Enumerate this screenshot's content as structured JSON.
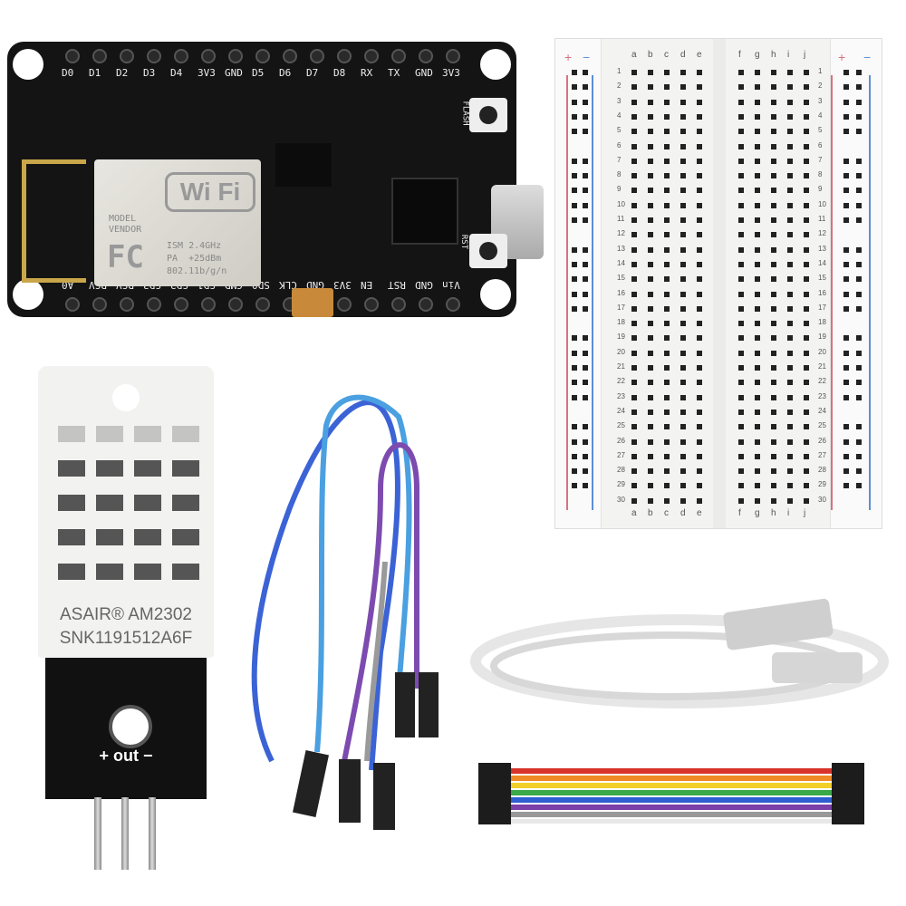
{
  "board": {
    "top_pins": [
      "D0",
      "D1",
      "D2",
      "D3",
      "D4",
      "3V3",
      "GND",
      "D5",
      "D6",
      "D7",
      "D8",
      "RX",
      "TX",
      "GND",
      "3V3"
    ],
    "bottom_pins": [
      "A0",
      "RSV",
      "RSV",
      "SD3",
      "SD2",
      "SD1",
      "CMD",
      "SD0",
      "CLK",
      "GND",
      "3V3",
      "EN",
      "RST",
      "GND",
      "Vin"
    ],
    "shield": {
      "logo": "Wi Fi",
      "model": "MODEL",
      "vendor": "VENDOR",
      "fc": "FC",
      "spec1": "ISM 2.4GHz",
      "spec2": "PA  +25dBm",
      "spec3": "802.11b/g/n"
    },
    "flash_label": "FLASH",
    "rst_label": "RST"
  },
  "breadboard": {
    "columns_left": [
      "a",
      "b",
      "c",
      "d",
      "e"
    ],
    "columns_right": [
      "f",
      "g",
      "h",
      "i",
      "j"
    ],
    "rows": 30,
    "plus": "+",
    "minus": "−"
  },
  "sensor": {
    "brand": "ASAIR® AM2302",
    "serial": "SNK1191512A6F",
    "pin_label": "+ out −"
  },
  "colors": {
    "board": "#141414",
    "gold": "#c9a64a",
    "rail_red": "#d9727f",
    "rail_blue": "#5b8fd6",
    "jumper_blue": "#3b63d6",
    "jumper_light": "#4aa0e0",
    "jumper_purple": "#7d4bb0"
  }
}
